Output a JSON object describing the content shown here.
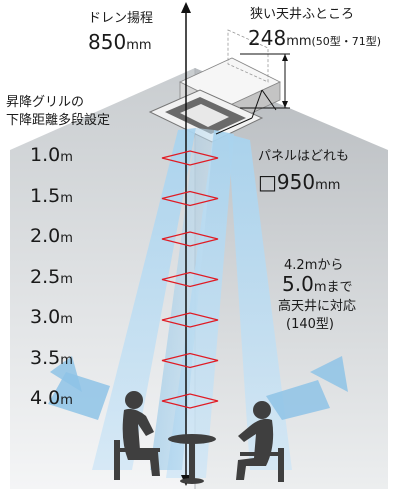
{
  "labels": {
    "drain_title": "ドレン揚程",
    "drain_value": "850",
    "drain_unit": "mm",
    "ceiling_title": "狭い天井ふところ",
    "ceiling_value": "248",
    "ceiling_unit": "mm",
    "ceiling_models": "(50型・71型)",
    "grille_line1": "昇降グリルの",
    "grille_line2": "下降距離多段設定",
    "panel_title": "パネルはどれも",
    "panel_value": "□950",
    "panel_unit": "mm",
    "height_from_value": "4.2",
    "height_from_unit": "mから",
    "height_to_value": "5.0",
    "height_to_unit": "mまで",
    "high_ceiling": "高天井に対応",
    "model_140": "(140型)"
  },
  "levels": [
    {
      "value": "1.0",
      "unit": "m"
    },
    {
      "value": "1.5",
      "unit": "m"
    },
    {
      "value": "2.0",
      "unit": "m"
    },
    {
      "value": "2.5",
      "unit": "m"
    },
    {
      "value": "3.0",
      "unit": "m"
    },
    {
      "value": "3.5",
      "unit": "m"
    },
    {
      "value": "4.0",
      "unit": "m"
    }
  ],
  "colors": {
    "room_wall": "#d9dcde",
    "airflow": "#a9d3ee",
    "airflow_dark": "#5b9fd2",
    "marker": "#e01b24",
    "silhouette": "#3f3f3f"
  }
}
